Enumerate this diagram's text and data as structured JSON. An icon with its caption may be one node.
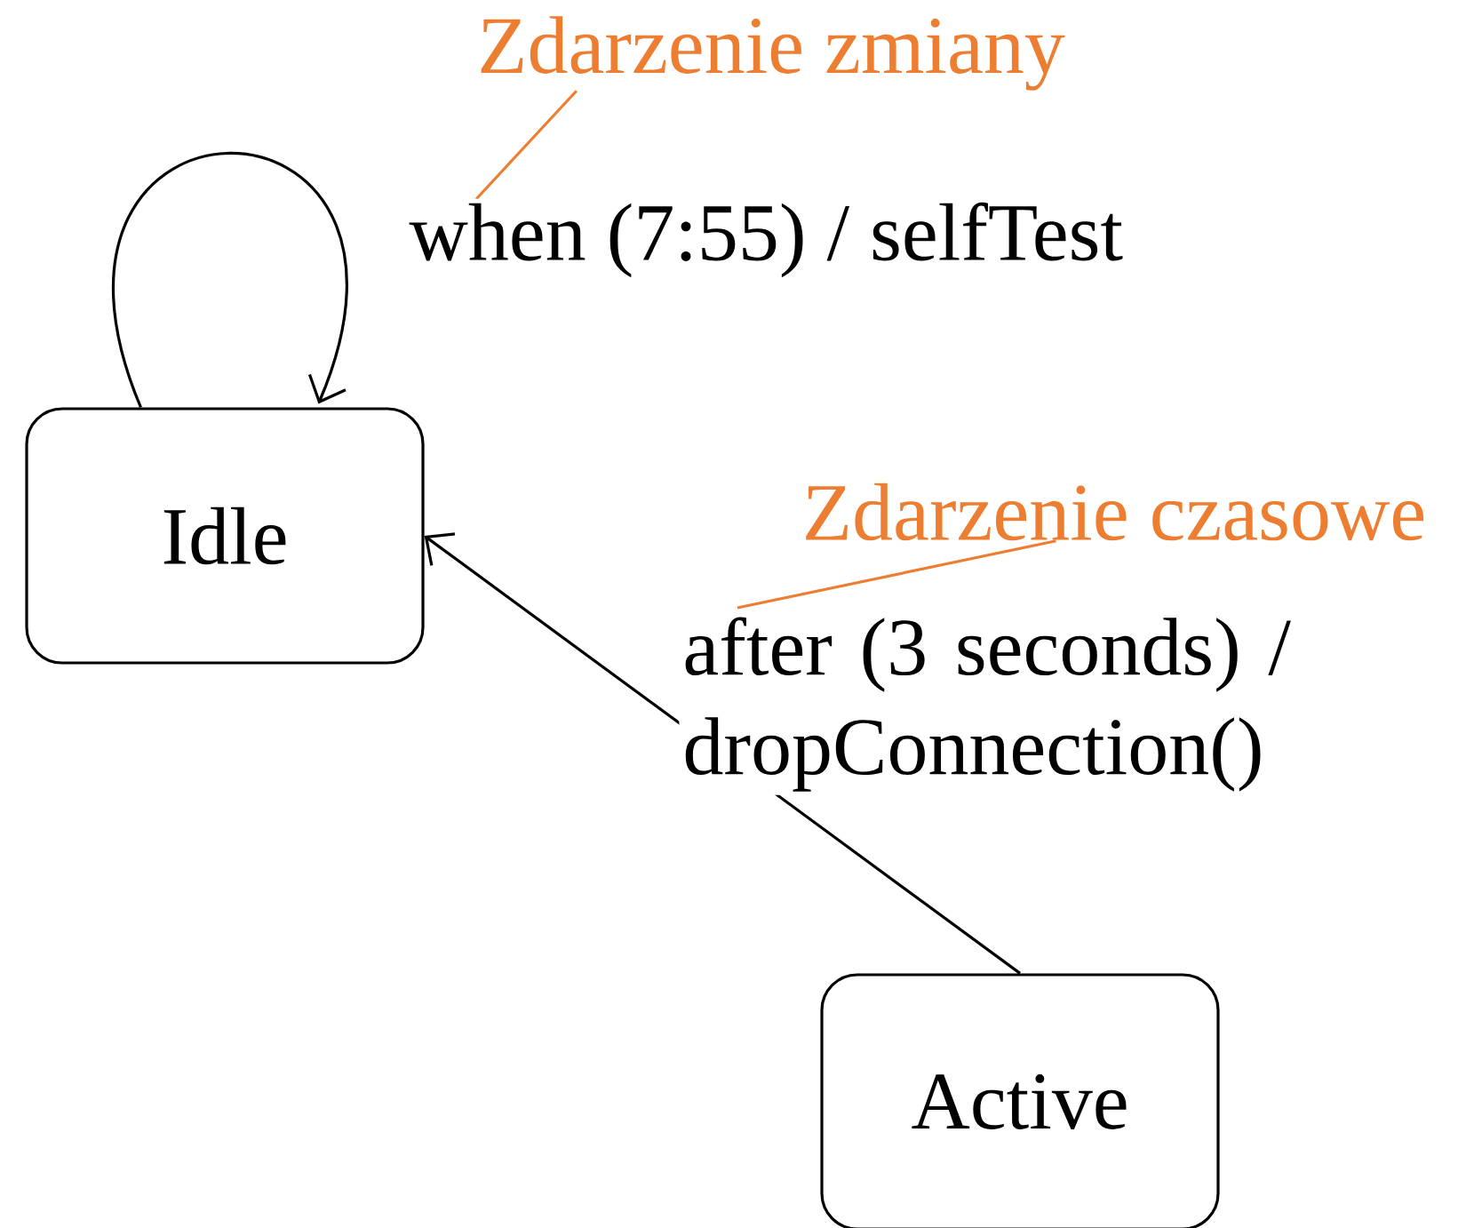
{
  "diagram": {
    "nodes": [
      {
        "text": [
          "Idle"
        ]
      },
      {
        "text": [
          "Active"
        ]
      },
      {
        "text": [
          "Zdarzenie zmiany"
        ]
      },
      {
        "text": [
          "Zdarzenie czasowe"
        ]
      }
    ],
    "edges": [
      {
        "from": 0,
        "to": 0,
        "arrow": "to",
        "label": "when (7:55) / selfTest"
      },
      {
        "from": 1,
        "to": 0,
        "arrow": "to",
        "label": "after (3 seconds) / dropConnection()"
      },
      {
        "from": 2,
        "to": null,
        "arrow": "none",
        "color": "#ed7d31"
      },
      {
        "from": 3,
        "to": null,
        "arrow": "none",
        "color": "#ed7d31"
      }
    ]
  }
}
